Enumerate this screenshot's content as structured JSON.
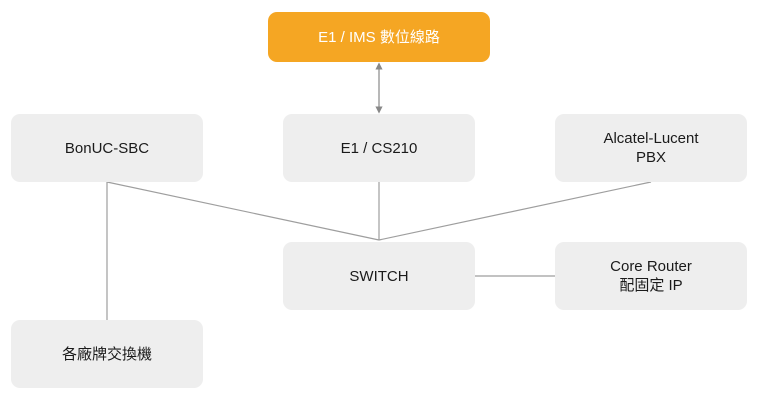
{
  "colors": {
    "node_fill": "#eeeeee",
    "accent_fill": "#f5a623",
    "connector": "#9e9e9e",
    "arrow": "#888888",
    "text": "#1a1a1a",
    "accent_text": "#ffffff"
  },
  "nodes": {
    "e1_ims": {
      "lines": [
        "E1 / IMS 數位線路"
      ]
    },
    "bonuc_sbc": {
      "lines": [
        "BonUC-SBC"
      ]
    },
    "e1_cs210": {
      "lines": [
        "E1 / CS210"
      ]
    },
    "alcatel_pbx": {
      "lines": [
        "Alcatel-Lucent",
        "PBX"
      ]
    },
    "switch": {
      "lines": [
        "SWITCH"
      ]
    },
    "core_router": {
      "lines": [
        "Core Router",
        "配固定 IP"
      ]
    },
    "brand_pbx": {
      "lines": [
        "各廠牌交換機"
      ]
    }
  }
}
